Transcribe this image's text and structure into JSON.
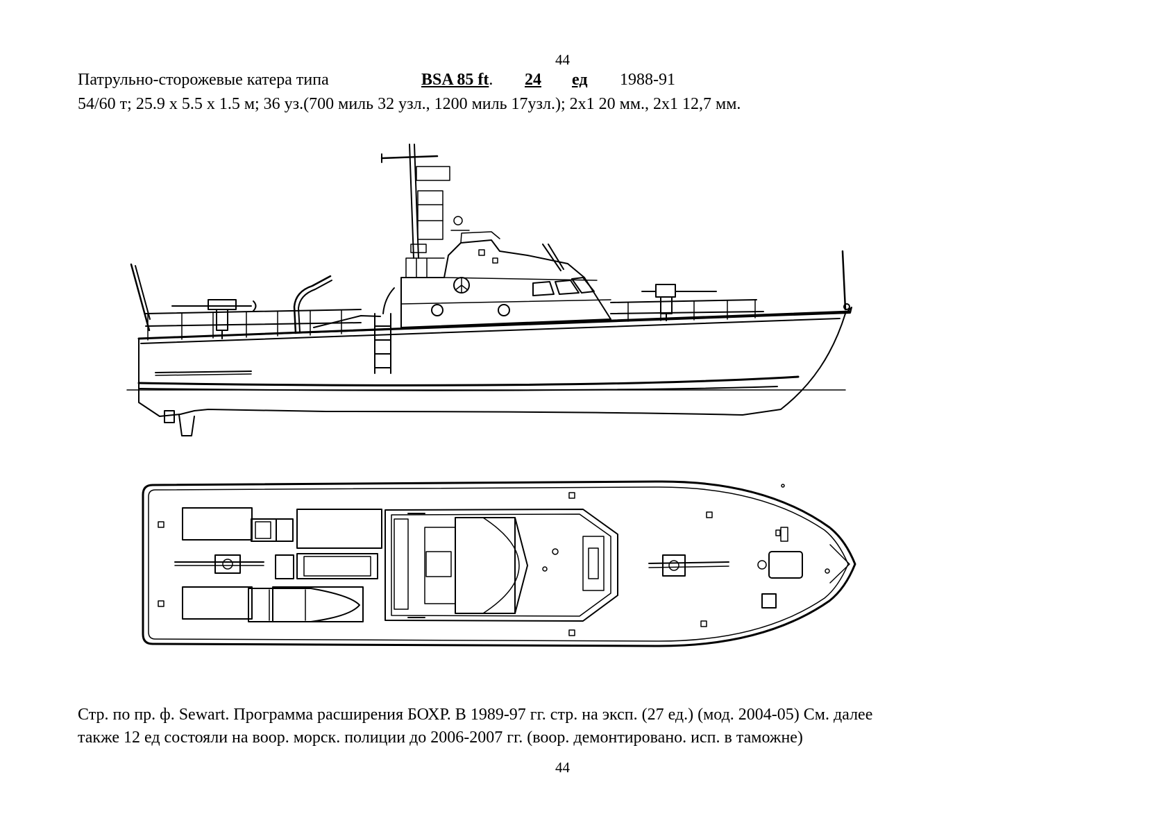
{
  "page_number_top": "44",
  "page_number_bottom": "44",
  "header": {
    "type_label": "Патрульно-сторожевые катера типа",
    "model": "BSA 85 ft",
    "model_suffix": ".",
    "count": "24",
    "unit": "ед",
    "years": "1988-91"
  },
  "specs": "54/60 т; 25.9 x 5.5 x 1.5 м; 36 уз.(700 миль 32 узл., 1200 миль 17узл.); 2x1 20 мм., 2x1 12,7 мм.",
  "footer": {
    "line1": "Стр. по пр. ф. Sewart. Программа расширения БОХР. В 1989-97 гг. стр. на эксп. (27 ед.) (мод. 2004-05) См. далее",
    "line2": "также 12 ед состояли на воор. морск. полиции до 2006-2007 гг. (воор. демонтировано. исп. в таможне)"
  }
}
